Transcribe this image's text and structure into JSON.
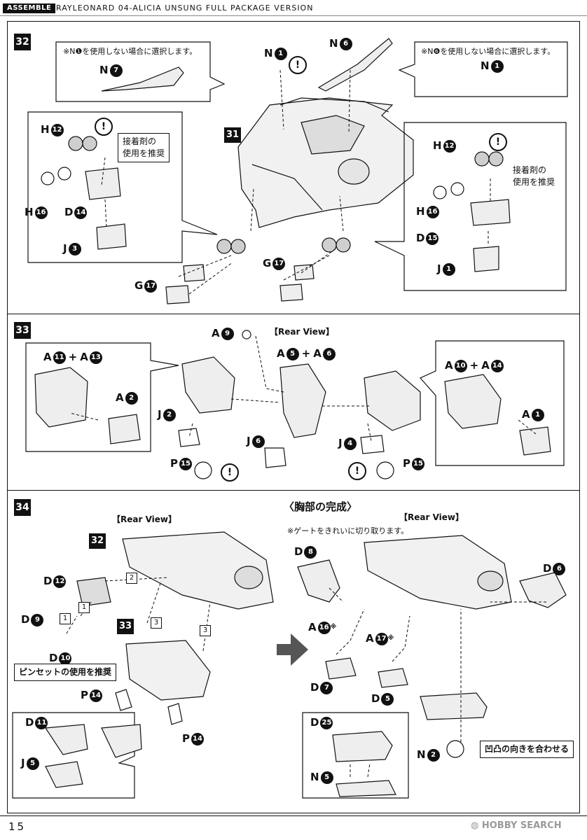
{
  "header": {
    "badge": "ASSEMBLE",
    "title": "RAYLEONARD 04-ALICIA UNSUNG FULL PACKAGE VERSION"
  },
  "steps": {
    "s32": {
      "number": "32",
      "ref": "31",
      "note_left": "※N❶を使用しない場合に選択します。",
      "note_right": "※N❻を使用しない場合に選択します。",
      "glue": "接着剤の\n使用を推奨",
      "parts": {
        "n7": {
          "letter": "N",
          "num": "7"
        },
        "n1a": {
          "letter": "N",
          "num": "1"
        },
        "n6": {
          "letter": "N",
          "num": "6"
        },
        "n1b": {
          "letter": "N",
          "num": "1"
        },
        "h12a": {
          "letter": "H",
          "num": "12"
        },
        "h16a": {
          "letter": "H",
          "num": "16"
        },
        "d14": {
          "letter": "D",
          "num": "14"
        },
        "j3": {
          "letter": "J",
          "num": "3"
        },
        "g17a": {
          "letter": "G",
          "num": "17"
        },
        "g17b": {
          "letter": "G",
          "num": "17"
        },
        "h12b": {
          "letter": "H",
          "num": "12"
        },
        "h16b": {
          "letter": "H",
          "num": "16"
        },
        "d15": {
          "letter": "D",
          "num": "15"
        },
        "j1": {
          "letter": "J",
          "num": "1"
        }
      }
    },
    "s33": {
      "number": "33",
      "rear_view": "【Rear View】",
      "parts": {
        "a9": {
          "letter": "A",
          "num": "9"
        },
        "a5": {
          "letter": "A",
          "num": "5"
        },
        "a6": {
          "letter": "A",
          "num": "6"
        },
        "a11": {
          "letter": "A",
          "num": "11"
        },
        "a13": {
          "letter": "A",
          "num": "13"
        },
        "a2": {
          "letter": "A",
          "num": "2"
        },
        "j2": {
          "letter": "J",
          "num": "2"
        },
        "p15a": {
          "letter": "P",
          "num": "15"
        },
        "j6": {
          "letter": "J",
          "num": "6"
        },
        "j4": {
          "letter": "J",
          "num": "4"
        },
        "p15b": {
          "letter": "P",
          "num": "15"
        },
        "a10": {
          "letter": "A",
          "num": "10"
        },
        "a14": {
          "letter": "A",
          "num": "14"
        },
        "a1": {
          "letter": "A",
          "num": "1"
        }
      }
    },
    "s34": {
      "number": "34",
      "rear_view": "【Rear View】",
      "ref32": "32",
      "ref33": "33",
      "tweezers": "ピンセットの使用を推奨",
      "seq": [
        "2",
        "1",
        "1",
        "3",
        "3"
      ],
      "parts": {
        "d12": {
          "letter": "D",
          "num": "12"
        },
        "d9": {
          "letter": "D",
          "num": "9"
        },
        "d10": {
          "letter": "D",
          "num": "10"
        },
        "p14a": {
          "letter": "P",
          "num": "14"
        },
        "p14b": {
          "letter": "P",
          "num": "14"
        },
        "d11": {
          "letter": "D",
          "num": "11"
        },
        "j5": {
          "letter": "J",
          "num": "5"
        }
      }
    },
    "chest": {
      "heading": "〈胸部の完成〉",
      "rear_view": "【Rear View】",
      "gate_note": "※ゲートをきれいに切り取ります。",
      "align": "凹凸の向きを合わせる",
      "parts": {
        "d8": {
          "letter": "D",
          "num": "8"
        },
        "d6": {
          "letter": "D",
          "num": "6"
        },
        "a16": {
          "letter": "A",
          "num": "16",
          "mark": "※"
        },
        "a17": {
          "letter": "A",
          "num": "17",
          "mark": "※"
        },
        "d7": {
          "letter": "D",
          "num": "7"
        },
        "d5": {
          "letter": "D",
          "num": "5"
        },
        "d25": {
          "letter": "D",
          "num": "25"
        },
        "n5": {
          "letter": "N",
          "num": "5"
        },
        "n2": {
          "letter": "N",
          "num": "2"
        }
      }
    }
  },
  "warning_symbol": "!",
  "footer": {
    "page": "15",
    "watermark": "HOBBY SEARCH"
  },
  "colors": {
    "ink": "#111111",
    "watermark": "#9a9a9a"
  }
}
